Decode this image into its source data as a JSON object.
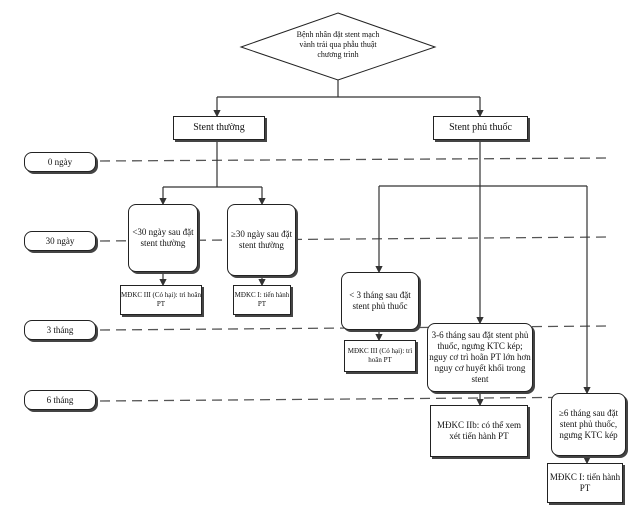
{
  "start": "Bệnh nhân đặt stent mạch vành trải qua phẫu thuật chương trình",
  "branches": {
    "bms": "Stent thường",
    "des": "Stent phủ thuốc"
  },
  "timeline": [
    "0 ngày",
    "30 ngày",
    "3 tháng",
    "6 tháng"
  ],
  "nodes": {
    "bms_lt30": "<30 ngày sau đặt stent thường",
    "bms_ge30": "≥30 ngày sau đặt stent thường",
    "bms_lt30_rec": "MĐKC III (Có hại): trì hoãn PT",
    "bms_ge30_rec": "MĐKC I: tiến hành PT",
    "des_lt3m": "< 3 tháng sau đặt stent phủ thuốc",
    "des_lt3m_rec": "MĐKC III (Có hại): trì hoãn PT",
    "des_3to6": "3-6 tháng sau đặt stent phủ thuốc, ngưng KTC kép; nguy cơ trì hoãn PT lớn hơn nguy cơ huyết khối trong stent",
    "des_3to6_rec": "MĐKC IIb: có thể xem xét tiến hành PT",
    "des_ge6": "≥6 tháng sau đặt stent phủ thuốc, ngưng KTC kép",
    "des_ge6_rec": "MĐKC I: tiến hành PT"
  }
}
